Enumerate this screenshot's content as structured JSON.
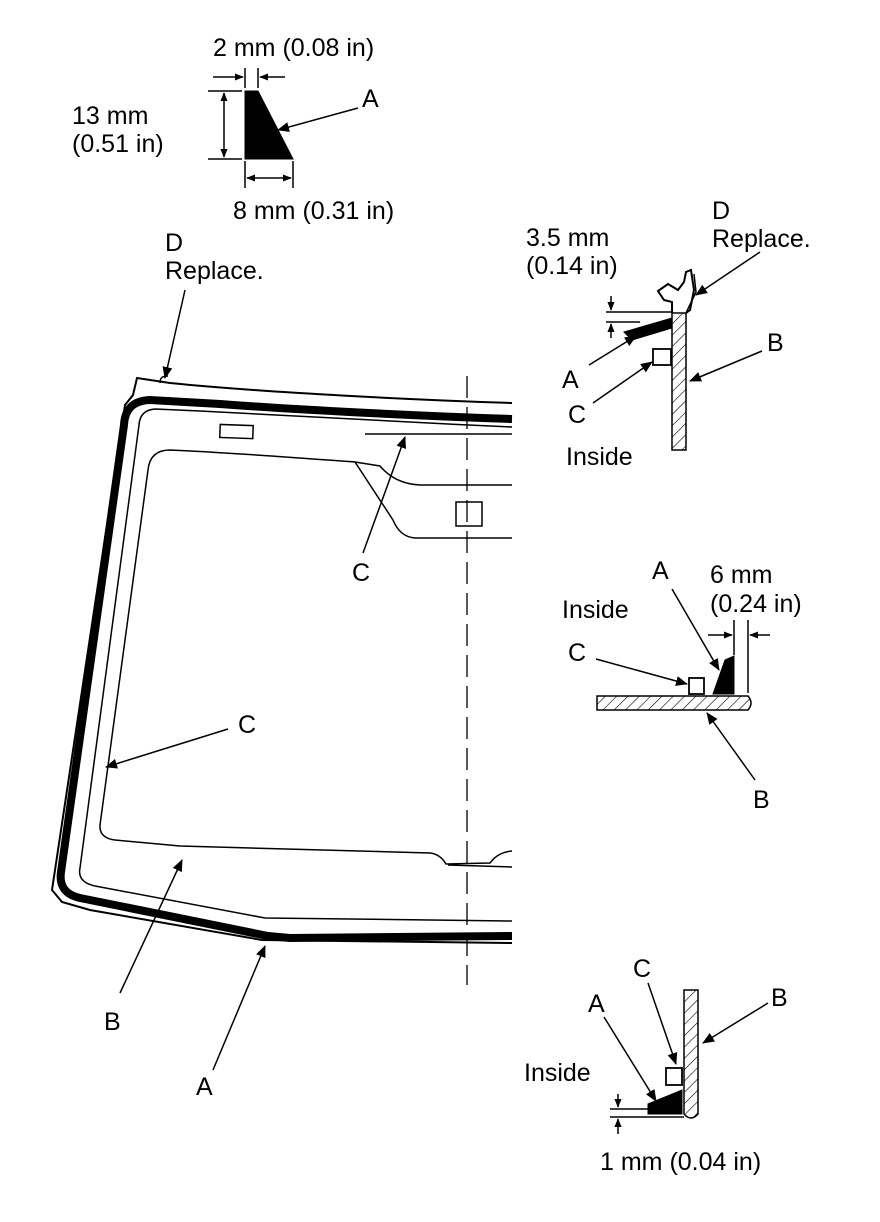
{
  "labels": {
    "a": "A",
    "b": "B",
    "c": "C",
    "d": "D",
    "replace": "Replace.",
    "inside": "Inside"
  },
  "dimensions": {
    "bead_width_top": "2 mm (0.08 in)",
    "bead_height_mm": "13 mm",
    "bead_height_in": "(0.51 in)",
    "bead_width_bottom": "8 mm (0.31 in)",
    "top_gap_mm": "3.5 mm",
    "top_gap_in": "(0.14 in)",
    "side_gap_mm": "6 mm",
    "side_gap_in": "(0.24 in)",
    "bottom_gap": "1 mm (0.04 in)"
  },
  "colors": {
    "ink": "#000000",
    "paper": "#ffffff"
  }
}
